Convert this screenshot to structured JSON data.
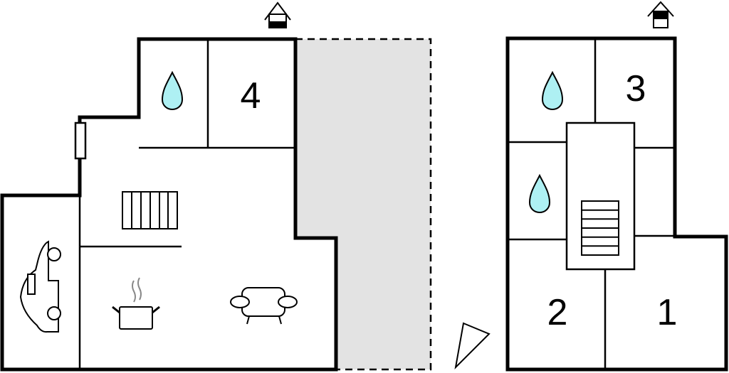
{
  "ground_floor": {
    "room_labels": [
      "4"
    ],
    "icons": [
      "entrance-icon",
      "bathroom-drop-icon",
      "staircase-icon",
      "kitchen-pot-icon",
      "living-sofa-icon",
      "garage-car-icon",
      "window-icon"
    ],
    "terrace_color": "#e3e3e3"
  },
  "upper_floor": {
    "room_labels": [
      "3",
      "2",
      "1"
    ],
    "icons": [
      "entrance-icon",
      "bathroom-drop-icon",
      "bathroom-drop-icon",
      "staircase-icon"
    ]
  },
  "colors": {
    "water": "#aef0f3",
    "wall": "#000000"
  },
  "compass": "north-arrow-icon"
}
